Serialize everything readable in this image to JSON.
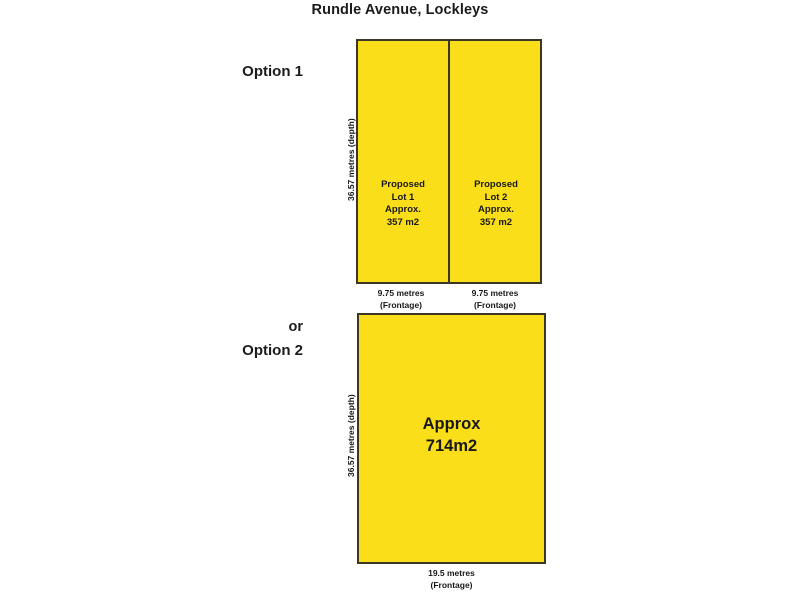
{
  "title": "Rundle Avenue, Lockleys",
  "options": {
    "option1_label": "Option 1",
    "or_label": "or",
    "option2_label": "Option 2"
  },
  "option1": {
    "depth_label": "36.57 metres (depth)",
    "lots": [
      {
        "line1": "Proposed",
        "line2": "Lot 1",
        "line3": "Approx.",
        "line4": "357 m2",
        "frontage_measure": "9.75 metres",
        "frontage_caption": "(Frontage)"
      },
      {
        "line1": "Proposed",
        "line2": "Lot 2",
        "line3": "Approx.",
        "line4": "357 m2",
        "frontage_measure": "9.75 metres",
        "frontage_caption": "(Frontage)"
      }
    ]
  },
  "option2": {
    "depth_label": "36.57 metres (depth)",
    "area_line1": "Approx",
    "area_line2": "714m2",
    "frontage_measure": "19.5 metres",
    "frontage_caption": "(Frontage)"
  },
  "colors": {
    "lot_fill": "#FADE1A",
    "lot_border": "#3B3724",
    "text": "#1B1B1B",
    "background": "#FFFFFF"
  }
}
